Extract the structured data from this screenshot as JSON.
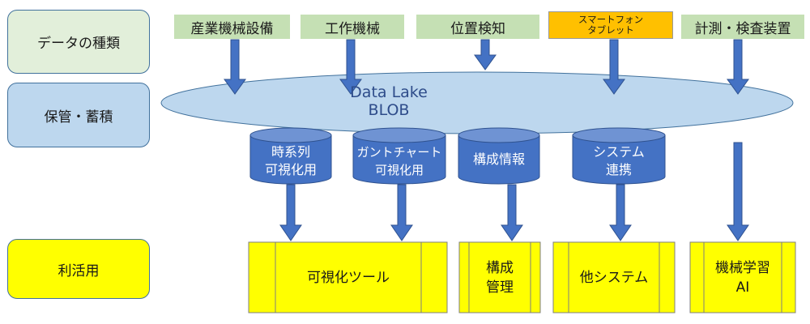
{
  "row_labels": {
    "data_types": "データの種類",
    "storage": "保管・蓄積",
    "utilization": "利活用"
  },
  "sources": [
    {
      "label": "産業機械設備"
    },
    {
      "label": "工作機械"
    },
    {
      "label": "位置検知"
    },
    {
      "label_line1": "スマートフォン",
      "label_line2": "タブレット"
    },
    {
      "label": "計測・検査装置"
    }
  ],
  "data_lake": {
    "line1": "Data Lake",
    "line2": "BLOB"
  },
  "stores": [
    {
      "line1": "時系列",
      "line2": "可視化用"
    },
    {
      "line1": "ガントチャート",
      "line2": "可視化用"
    },
    {
      "line1": "構成情報"
    },
    {
      "line1": "システム",
      "line2": "連携"
    }
  ],
  "tools": [
    {
      "line1": "可視化ツール"
    },
    {
      "line1": "構成",
      "line2": "管理"
    },
    {
      "line1": "他システム"
    },
    {
      "line1": "機械学習",
      "line2": "AI"
    }
  ],
  "colors": {
    "source_green": "#C5E0B4",
    "source_orange": "#FFC000",
    "lake": "#BDD7EE",
    "cylinder": "#4472C4",
    "arrow": "#4472C4",
    "tool": "#FFFF00"
  }
}
